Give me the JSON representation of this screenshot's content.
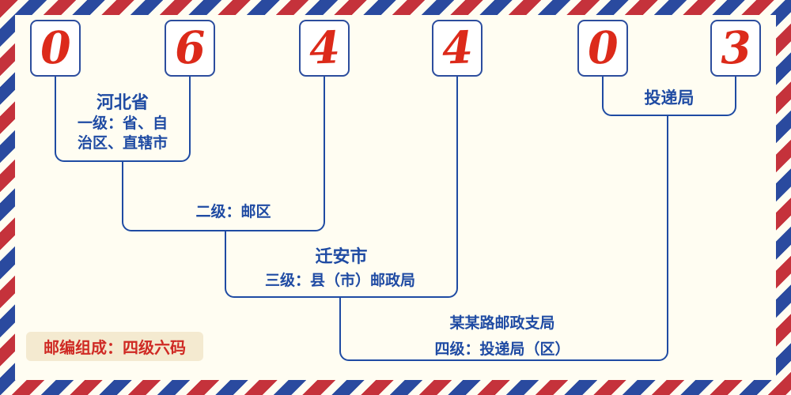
{
  "postal_code": {
    "digits": [
      "0",
      "6",
      "4",
      "4",
      "0",
      "3"
    ]
  },
  "annotations": {
    "level1": {
      "region": "河北省",
      "desc_line1": "一级：省、自",
      "desc_line2": "治区、直辖市"
    },
    "level2": {
      "desc": "二级：邮区"
    },
    "level3": {
      "city": "迁安市",
      "desc": "三级：县（市）邮政局"
    },
    "level4": {
      "branch": "某某路邮政支局",
      "desc": "四级：投递局（区）",
      "office": "投递局"
    },
    "footer": {
      "note": "邮编组成：四级六码"
    }
  },
  "colors": {
    "digit_red": "#dc2a1a",
    "line_blue": "#1f4ba3",
    "stripe_red": "#c5323b",
    "stripe_blue": "#2a4a9f",
    "badge_background": "#f4ead0",
    "canvas_background": "#fffdf2"
  }
}
